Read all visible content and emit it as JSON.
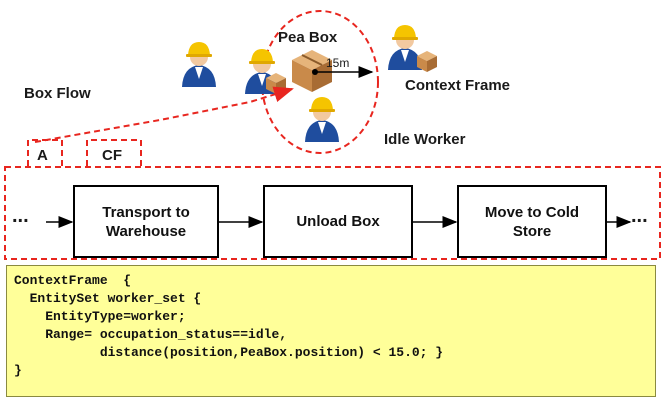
{
  "labels": {
    "pea_box": "Pea Box",
    "box_flow": "Box Flow",
    "context_frame": "Context Frame",
    "idle_worker": "Idle Worker",
    "distance": "15m",
    "tag_a": "A",
    "tag_cf": "CF"
  },
  "flow": {
    "ellipsis_left": "...",
    "ellipsis_right": "...",
    "steps": [
      "Transport to\nWarehouse",
      "Unload Box",
      "Move to Cold\nStore"
    ]
  },
  "code": [
    "ContextFrame  {",
    "  EntitySet worker_set {",
    "    EntityType=worker;",
    "    Range= occupation_status==idle,",
    "           distance(position,PeaBox.position) < 15.0; }",
    "}"
  ],
  "colors": {
    "dashed_red": "#e8261f",
    "worker_blue": "#1f4d9e",
    "helmet_yellow": "#f5c400",
    "box_tan": "#c98a4a",
    "code_bg": "#ffff99"
  },
  "icons": [
    "worker-icon",
    "worker-with-box-icon",
    "box-icon"
  ]
}
